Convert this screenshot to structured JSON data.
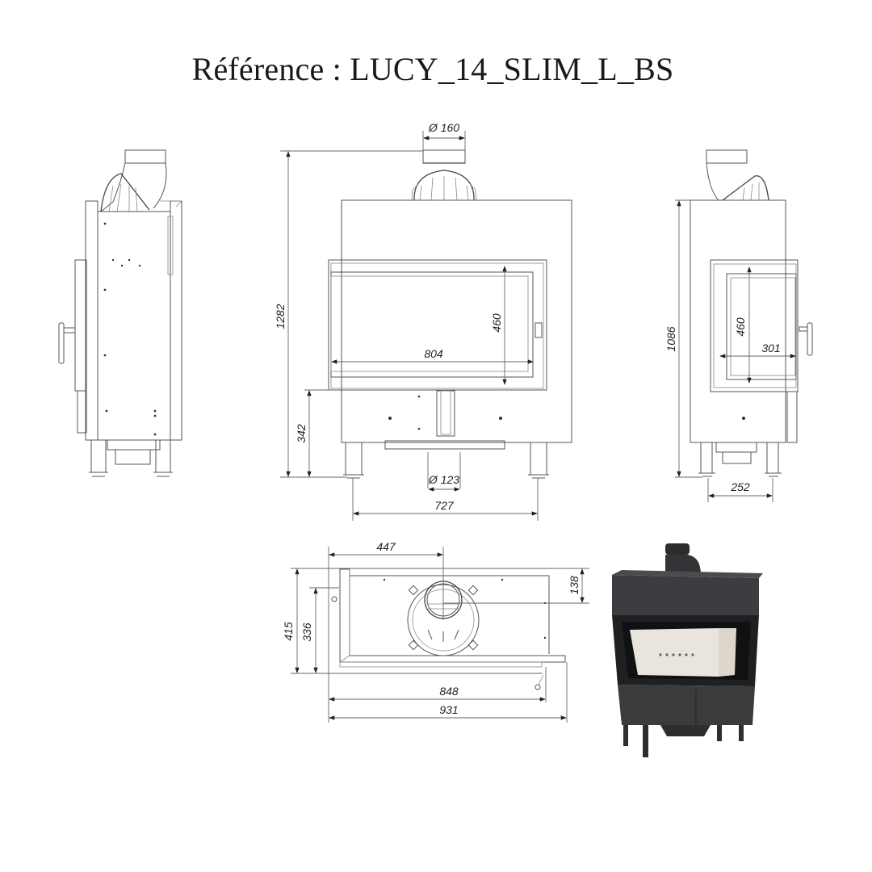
{
  "title": {
    "label": "Référence :",
    "reference": "LUCY_14_SLIM_L_BS"
  },
  "views": {
    "left_side": {
      "label": "left-side-view"
    },
    "front": {
      "dimensions": {
        "flue_top_diameter": "Ø 160",
        "total_height": "1282",
        "base_height": "342",
        "glass_width": "804",
        "glass_height": "460",
        "air_inlet_diameter": "Ø 123",
        "leg_spacing": "727"
      }
    },
    "right_side": {
      "dimensions": {
        "body_height": "1086",
        "glass_height": "460",
        "glass_width": "301",
        "leg_spacing": "252"
      }
    },
    "top": {
      "dimensions": {
        "flue_offset_x": "447",
        "flue_offset_y": "138",
        "depth_total": "415",
        "depth_body": "336",
        "width_body": "848",
        "width_total": "931"
      }
    },
    "photo": {
      "label": "product-photo"
    }
  },
  "colors": {
    "line": "#555555",
    "text": "#222222",
    "stove_body": "#3a3b3d",
    "firebox": "#e7e2da"
  }
}
